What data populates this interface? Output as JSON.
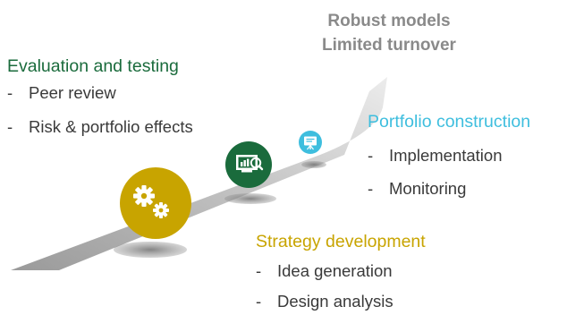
{
  "colors": {
    "evaluation": "#1a6b3c",
    "strategy": "#c8a400",
    "portfolio": "#3ebede",
    "outcome_text": "#8a8a8a",
    "body_text": "#3a3a3a",
    "road": "#c7c7c7"
  },
  "outcome": {
    "line1": "Robust models",
    "line2": "Limited turnover"
  },
  "evaluation": {
    "heading": "Evaluation and testing",
    "items": [
      "Peer review",
      "Risk & portfolio effects"
    ],
    "icon": "monitor-chart-magnifier-icon"
  },
  "portfolio": {
    "heading": "Portfolio construction",
    "items": [
      "Implementation",
      "Monitoring"
    ],
    "icon": "presentation-board-icon"
  },
  "strategy": {
    "heading": "Strategy development",
    "items": [
      "Idea generation",
      "Design analysis"
    ],
    "icon": "gears-icon"
  },
  "bullet": "-"
}
